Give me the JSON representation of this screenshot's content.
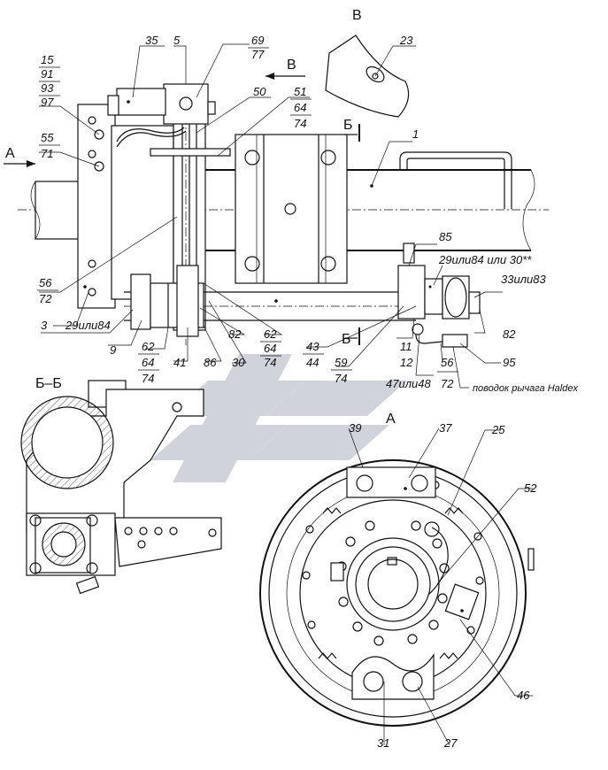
{
  "section_labels": {
    "view_v": "В",
    "view_a": "А",
    "arrow_a": "А",
    "arrow_v": "В",
    "cut_b_top": "Б",
    "cut_b_bottom": "Б",
    "section_bb": "Б–Б"
  },
  "labels": {
    "l35": "35",
    "l5": "5",
    "l69": "69",
    "l77": "77",
    "l23": "23",
    "l15": "15",
    "l91": "91",
    "l93": "93",
    "l97": "97",
    "l55": "55",
    "l71": "71",
    "l50": "50",
    "l51": "51",
    "l64a": "64",
    "l74a": "74",
    "l1": "1",
    "l85": "85",
    "l29_84_30": "29или84 или 30**",
    "l33_83": "33или83",
    "l56a": "56",
    "l72a": "72",
    "l3": "3",
    "l29_84": "29или84",
    "l9": "9",
    "l62a": "62",
    "l64b": "64",
    "l74b": "74",
    "l41": "41",
    "l86": "86",
    "l30": "30",
    "l82a": "82",
    "l62b": "62",
    "l64c": "64",
    "l74c": "74",
    "l43": "43",
    "l44": "44",
    "l59": "59",
    "l74d": "74",
    "l11": "11",
    "l12": "12",
    "l47_48": "47или48",
    "l56b": "56",
    "l72b": "72",
    "l82b": "82",
    "l95": "95",
    "haldex": "поводок рычага Haldex",
    "l39": "39",
    "l37": "37",
    "l25": "25",
    "l52": "52",
    "l46": "46",
    "l31": "31",
    "l27": "27"
  },
  "colors": {
    "ink": "#111111",
    "watermark": "#c9ccd4",
    "paper": "#ffffff"
  }
}
